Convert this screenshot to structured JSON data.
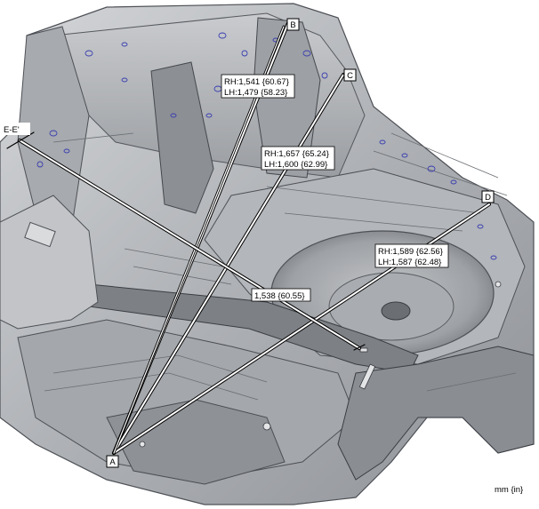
{
  "points": {
    "A": "A",
    "B": "B",
    "C": "C",
    "D": "D"
  },
  "section_label": "E-E'",
  "dimensions": {
    "b_rh": "RH:1,541 {60.67}",
    "b_lh": "LH:1,479 {58.23}",
    "c_rh": "RH:1,657 {65.24}",
    "c_lh": "LH:1,600 {62.99}",
    "d_rh": "RH:1,589 {62.56}",
    "d_lh": "LH:1,587 {62.48}",
    "e": "1,538 {60.55}"
  },
  "unit_note": "mm {in}",
  "colors": {
    "body_metal": "#b9bcc0",
    "body_dark": "#5a5d62",
    "hole_outline": "#3a3fb0",
    "callout_line": "#ffffff",
    "callout_outline": "#000000"
  }
}
